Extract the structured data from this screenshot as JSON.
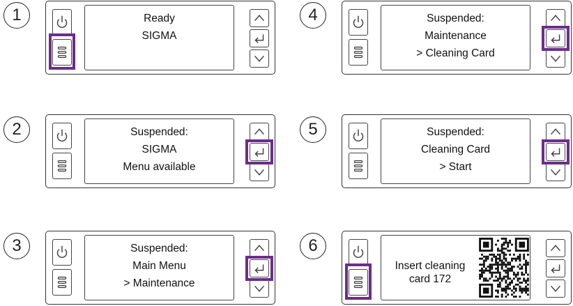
{
  "steps": [
    {
      "number": "1",
      "screen_lines": [
        "Ready",
        "SIGMA",
        ""
      ],
      "highlight": "menu"
    },
    {
      "number": "2",
      "screen_lines": [
        "Suspended:",
        "SIGMA",
        "Menu available"
      ],
      "highlight": "enter"
    },
    {
      "number": "3",
      "screen_lines": [
        "Suspended:",
        "Main Menu",
        "> Maintenance"
      ],
      "highlight": "enter"
    },
    {
      "number": "4",
      "screen_lines": [
        "Suspended:",
        "Maintenance",
        "> Cleaning Card"
      ],
      "highlight": "enter"
    },
    {
      "number": "5",
      "screen_lines": [
        "Suspended:",
        "Cleaning Card",
        "> Start"
      ],
      "highlight": "enter"
    },
    {
      "number": "6",
      "screen_text_lines": [
        "Insert cleaning",
        "card 172"
      ],
      "has_qr_code": true,
      "highlight": "menu"
    }
  ],
  "colors": {
    "highlight": "#6b2d8a",
    "outline": "#333333"
  },
  "icons": [
    "power-icon",
    "menu-icon",
    "chevron-up-icon",
    "enter-icon",
    "chevron-down-icon",
    "qr-code-icon"
  ]
}
